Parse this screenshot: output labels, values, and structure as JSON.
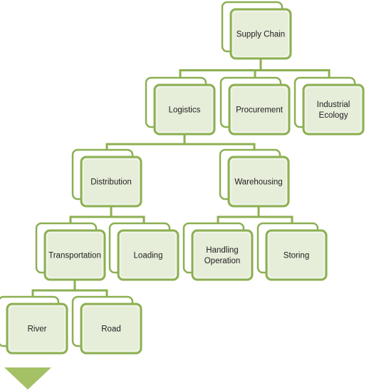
{
  "colors": {
    "box_border": "#8caf52",
    "box_fill": "#e6edd9",
    "shadow_fill": "#ffffff",
    "connector": "#8caf52",
    "arrow": "#a4c166",
    "text": "#1f1f1f"
  },
  "nodes": {
    "supply_chain": {
      "lines": [
        "Supply Chain"
      ]
    },
    "logistics": {
      "lines": [
        "Logistics"
      ]
    },
    "procurement": {
      "lines": [
        "Procurement"
      ]
    },
    "industrial_ecology": {
      "lines": [
        "Industrial",
        "Ecology"
      ]
    },
    "distribution": {
      "lines": [
        "Distribution"
      ]
    },
    "warehousing": {
      "lines": [
        "Warehousing"
      ]
    },
    "transportation": {
      "lines": [
        "Transportation"
      ]
    },
    "loading": {
      "lines": [
        "Loading"
      ]
    },
    "handling_operation": {
      "lines": [
        "Handling",
        "Operation"
      ]
    },
    "storing": {
      "lines": [
        "Storing"
      ]
    },
    "river": {
      "lines": [
        "River"
      ]
    },
    "road": {
      "lines": [
        "Road"
      ]
    }
  },
  "edges": [
    [
      "supply_chain",
      "logistics"
    ],
    [
      "supply_chain",
      "procurement"
    ],
    [
      "supply_chain",
      "industrial_ecology"
    ],
    [
      "logistics",
      "distribution"
    ],
    [
      "logistics",
      "warehousing"
    ],
    [
      "distribution",
      "transportation"
    ],
    [
      "distribution",
      "loading"
    ],
    [
      "warehousing",
      "handling_operation"
    ],
    [
      "warehousing",
      "storing"
    ],
    [
      "transportation",
      "river"
    ],
    [
      "transportation",
      "road"
    ]
  ],
  "bottom_arrow_icon": "triangle-down-icon"
}
